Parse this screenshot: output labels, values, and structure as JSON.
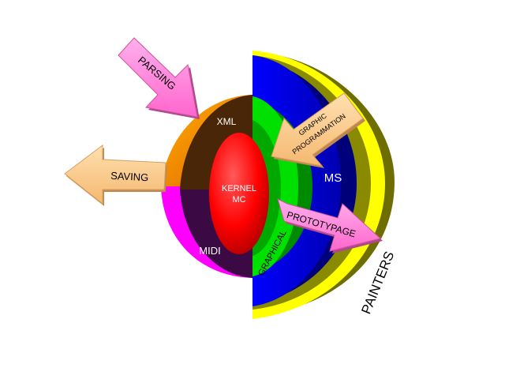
{
  "labels": {
    "xml": "XML",
    "kernel_line1": "KERNEL",
    "kernel_line2": "MC",
    "midi": "MIDI",
    "ms": "MS",
    "graphical": "GRAPHICAL",
    "painters": "PAINTERS"
  },
  "arrows": {
    "parsing": "PARSING",
    "saving": "SAVING",
    "graphic_line1": "GRAPHIC",
    "graphic_line2": "PROGRAMMATION",
    "prototypage": "PROTOTYPAGE"
  },
  "colors": {
    "xml_shell": "#4a2608",
    "midi_shell": "#3b0a45",
    "kernel": "#ff0000",
    "orange_rim": "#ff8c00",
    "magenta_rim": "#ff00ff",
    "ms_layer": "#0000ff",
    "graphical_layer": "#00dd00",
    "yellow_rim": "#ffff00",
    "olive_rim": "#8a8a00",
    "pink_arrow": "#ff88dd",
    "peach_arrow": "#ffd090"
  }
}
